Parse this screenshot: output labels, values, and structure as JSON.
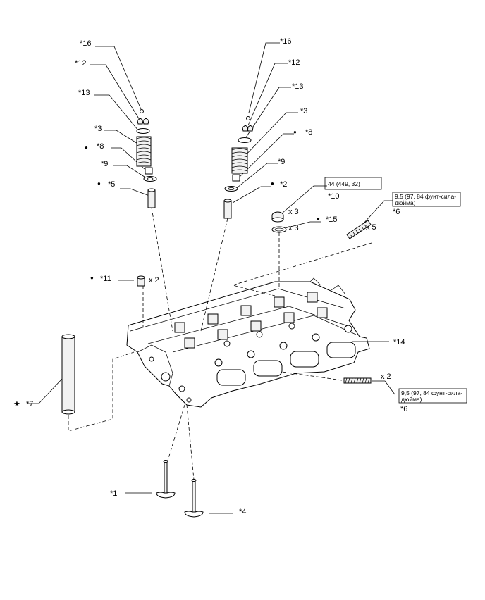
{
  "callouts": {
    "c16": "*16",
    "c12": "*12",
    "c13": "*13",
    "c3": "*3",
    "c8": "*8",
    "c9": "*9",
    "c5": "*5",
    "c2": "*2",
    "c11": "*11",
    "c10": "*10",
    "c15": "*15",
    "c6": "*6",
    "c14": "*14",
    "c7": "*7",
    "c1": "*1",
    "c4": "*4"
  },
  "quantities": {
    "x3": "x 3",
    "x5": "x 5",
    "x2": "x 2"
  },
  "torque": {
    "t10": "44 (449, 32)",
    "t6_line1": "9,5 (97, 84 фунт-сила-",
    "t6_line2": "дюйма)"
  },
  "symbols": {
    "bullet": "●",
    "star": "★"
  }
}
